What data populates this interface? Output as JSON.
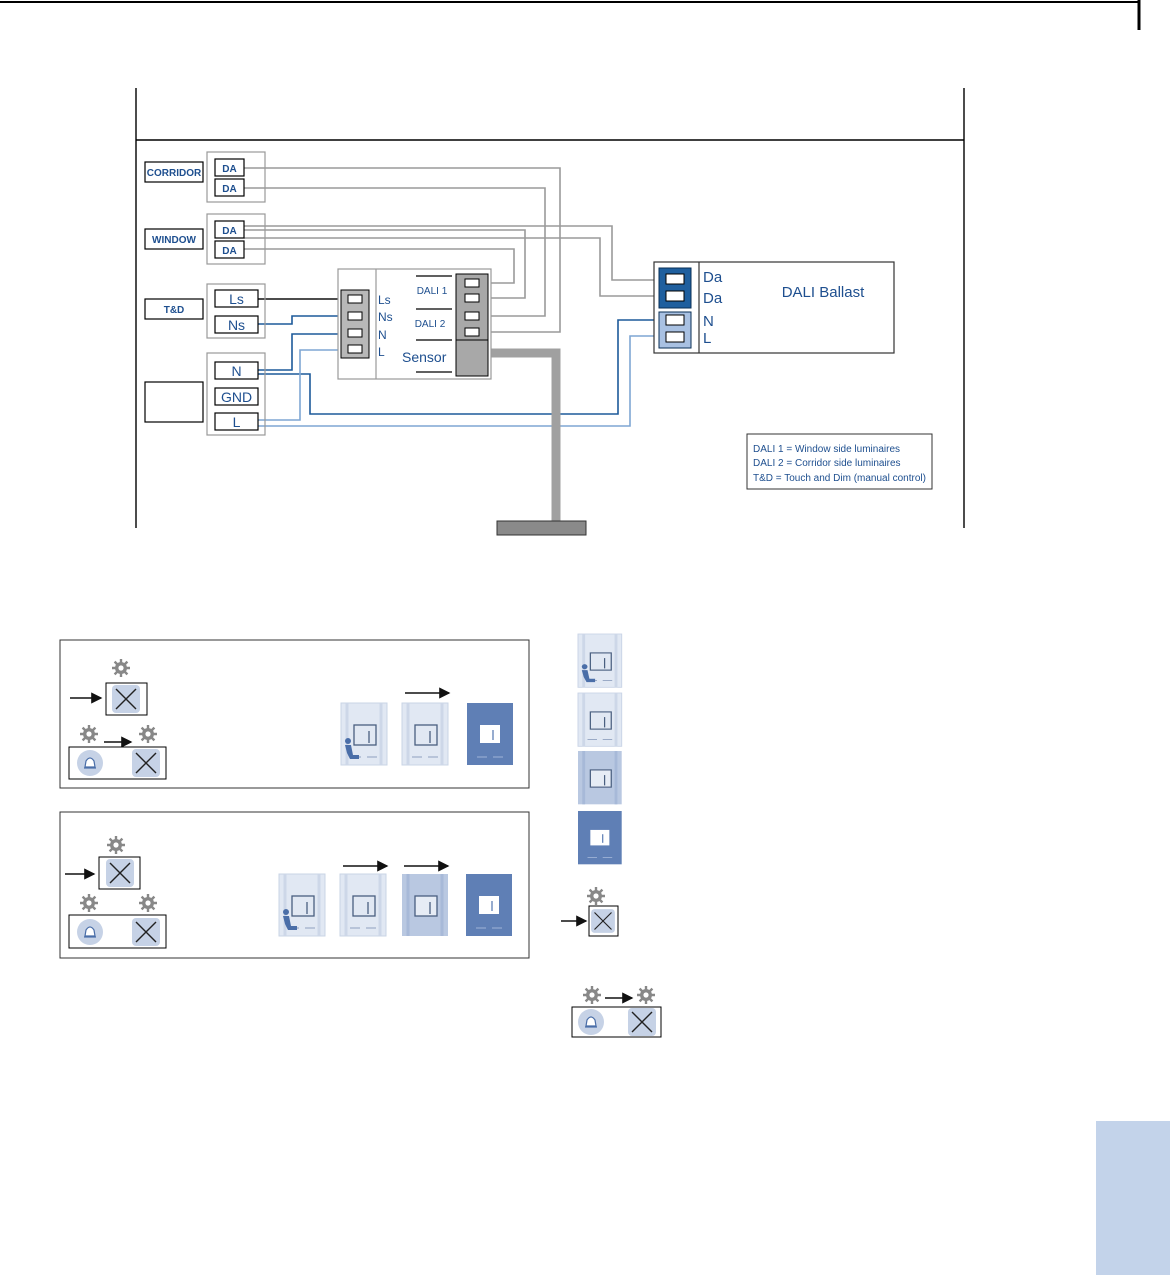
{
  "wiring": {
    "inputs": {
      "corridor": "CORRIDOR",
      "window": "WINDOW",
      "td": "T&D"
    },
    "da_label": "DA",
    "td_terminals": [
      "Ls",
      "Ns"
    ],
    "power_terminals": [
      "N",
      "GND",
      "L"
    ],
    "sensor": {
      "left_terminals": [
        "Ls",
        "Ns",
        "N",
        "L"
      ],
      "dali1": "DALI 1",
      "dali2": "DALI 2",
      "label": "Sensor"
    },
    "ballast": {
      "terminals": [
        "Da",
        "Da",
        "N",
        "L"
      ],
      "title": "DALI Ballast"
    },
    "legend": [
      "DALI 1 = Window side luminaires",
      "DALI 2 = Corridor side luminaires",
      "T&D = Touch and Dim (manual control)"
    ]
  },
  "colors": {
    "wire_gray": "#9a9a9a",
    "wire_blue": "#1d5a9a",
    "wire_light_blue": "#7fa6d3",
    "terminal_dark": "#1f5f9e",
    "terminal_light": "#a9c1e2",
    "panel_blue": "#5f7fb5",
    "side_tab": "#c3d3ea",
    "text_blue": "#1e4f8f"
  },
  "icons": {
    "setting": "gear-icon",
    "sensor": "sensor-x-icon",
    "manual": "bell-icon",
    "arrow": "arrow-right-icon",
    "room": "room-scene-icon"
  }
}
